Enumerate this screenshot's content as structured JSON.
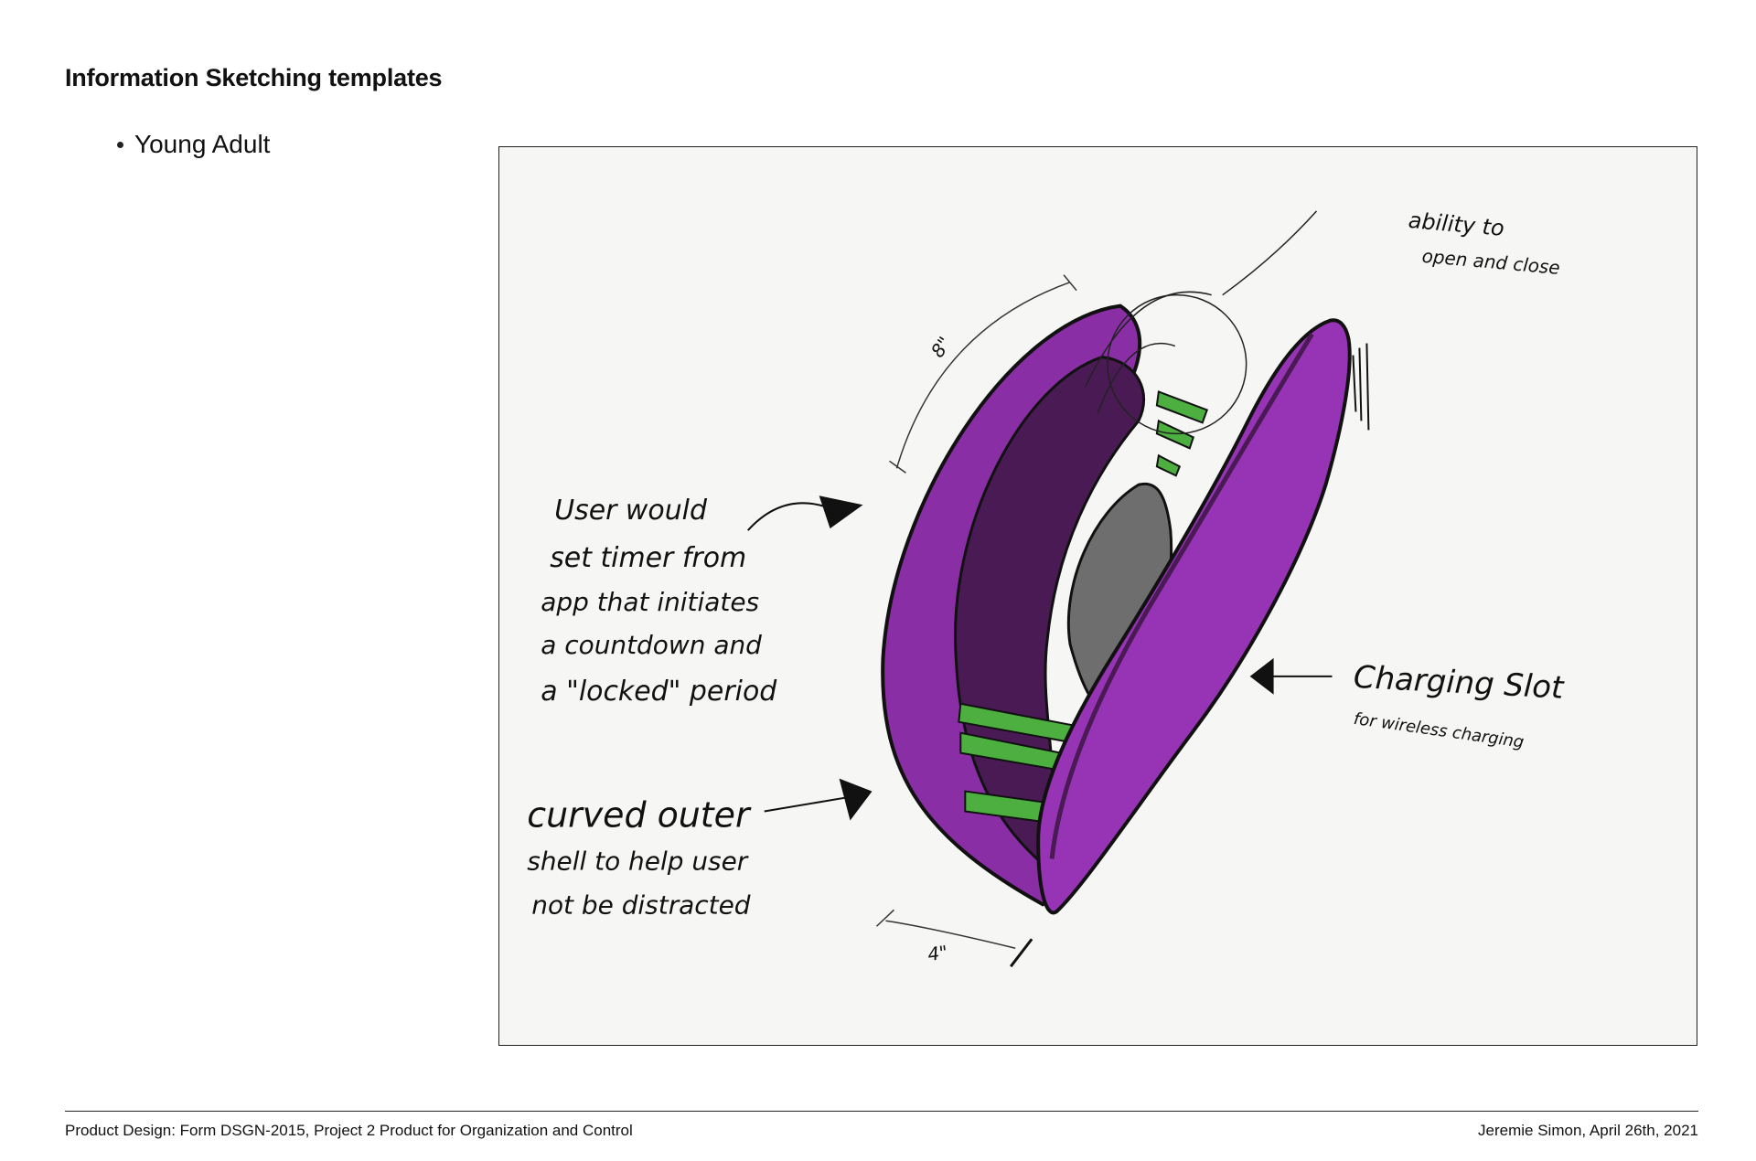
{
  "header": {
    "title": "Information Sketching templates"
  },
  "bullets": [
    {
      "label": "Young Adult"
    }
  ],
  "sketch": {
    "annotations": {
      "open_close": [
        "ability to",
        "open and close"
      ],
      "user_timer": [
        "User would",
        "set timer from",
        "app that initiates",
        "a countdown and",
        "a \"locked\" period"
      ],
      "curved_outer": [
        "curved outer",
        "shell to help user",
        "not be distracted"
      ],
      "charging_slot": [
        "Charging Slot",
        "for wireless charging"
      ],
      "dim_height": "8\"",
      "dim_width": "4\""
    },
    "colors": {
      "shell": "#8a2ea6",
      "shell_dark": "#4a1a55",
      "stripe": "#4caf3f",
      "screen": "#6e6e6e",
      "paper": "#f6f6f4"
    }
  },
  "footer": {
    "left": "Product Design: Form DSGN-2015, Project 2 Product for Organization and Control",
    "right": "Jeremie Simon, April 26th, 2021"
  }
}
